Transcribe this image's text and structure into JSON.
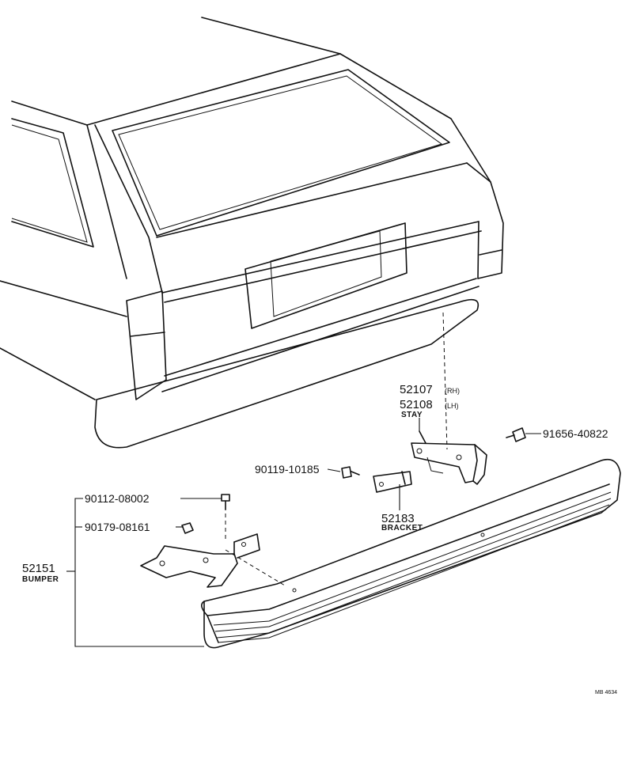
{
  "parts": {
    "stay_rh": {
      "number": "52107",
      "side": "(RH)"
    },
    "stay_lh": {
      "number": "52108",
      "side": "(LH)"
    },
    "stay_name": "STAY",
    "bolt_right": "91656-40822",
    "bolt_center": "90119-10185",
    "bracket_number": "52183",
    "bracket_name": "BRACKET",
    "bolt_left": "90112-08002",
    "nut_left": "90179-08161",
    "bumper_number": "52151",
    "bumper_name": "BUMPER"
  },
  "drawing_code": "MB 4634"
}
